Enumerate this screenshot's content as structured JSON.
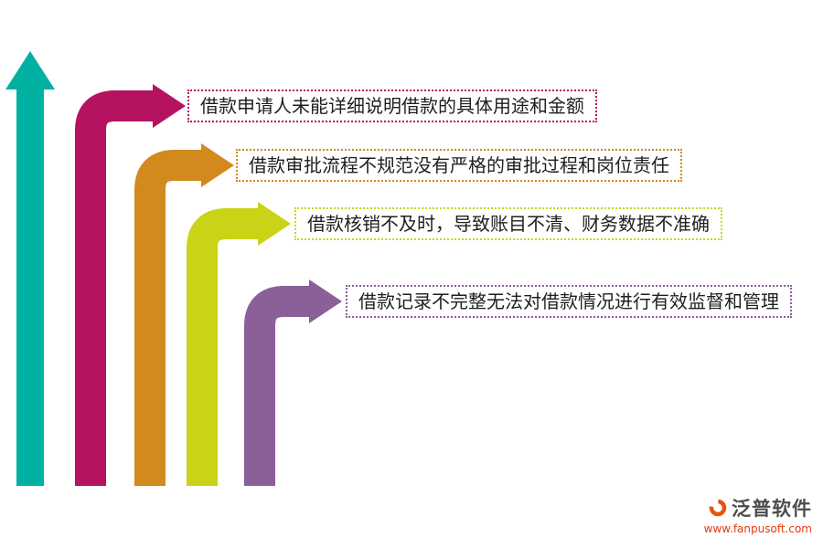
{
  "diagram": {
    "axis_color": "#00b1a1",
    "items": [
      {
        "label": "借款申请人未能详细说明借款的具体用途和金额",
        "color": "#b5125f"
      },
      {
        "label": "借款审批流程不规范没有严格的审批过程和岗位责任",
        "color": "#d2891e"
      },
      {
        "label": "借款核销不及时，导致账目不清、财务数据不准确",
        "color": "#c9d416"
      },
      {
        "label": "借款记录不完整无法对借款情况进行有效监督和管理",
        "color": "#8b5f97"
      }
    ]
  },
  "footer": {
    "brand": "泛普软件",
    "url": "www.fanpusoft.com"
  }
}
